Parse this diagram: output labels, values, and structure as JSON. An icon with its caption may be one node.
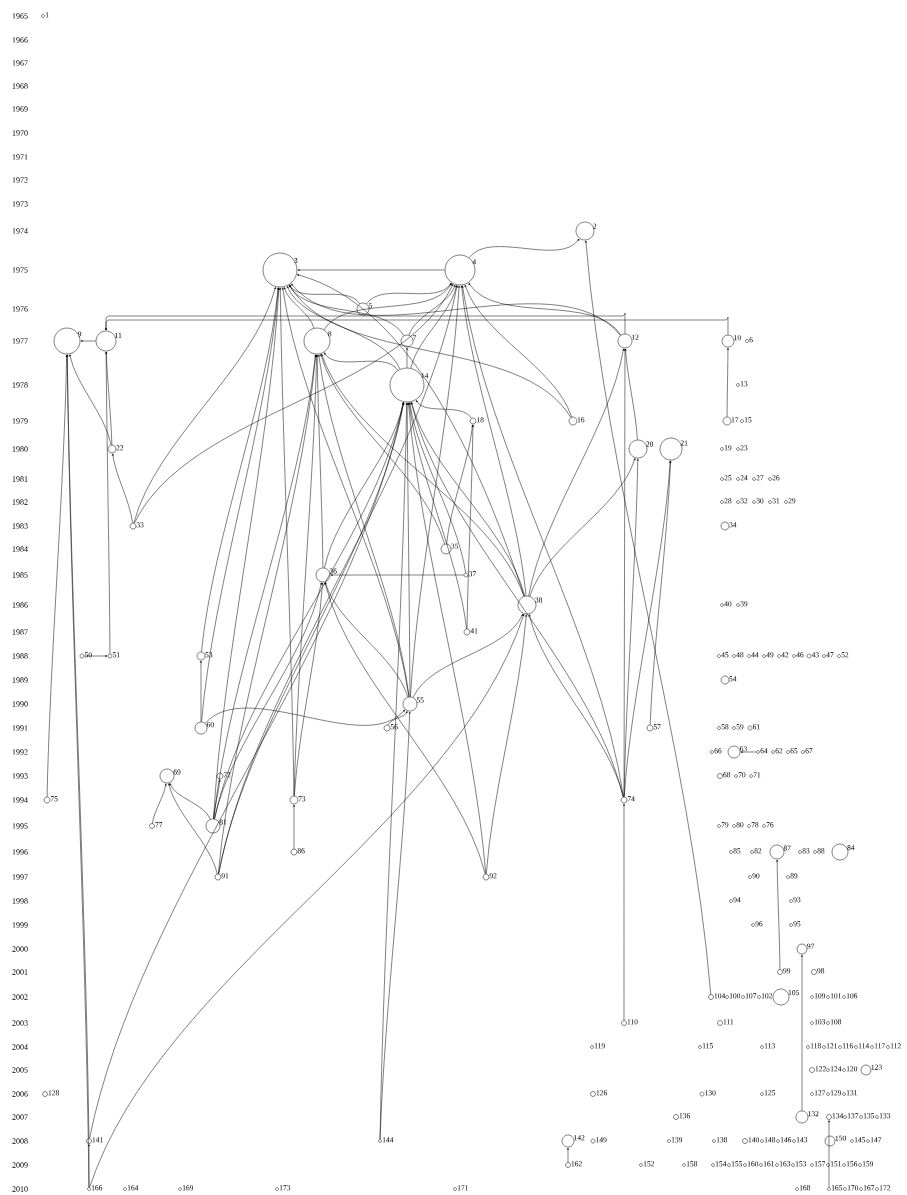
{
  "diagram": {
    "nodes": [
      {
        "text": [
          "1"
        ]
      },
      {
        "text": [
          "2"
        ]
      },
      {
        "text": [
          "3"
        ]
      },
      {
        "text": [
          "4"
        ]
      },
      {
        "text": [
          "5"
        ]
      },
      {
        "text": [
          "6"
        ]
      },
      {
        "text": [
          "7"
        ]
      },
      {
        "text": [
          "8"
        ]
      },
      {
        "text": [
          "9"
        ]
      },
      {
        "text": [
          "10"
        ]
      },
      {
        "text": [
          "11"
        ]
      },
      {
        "text": [
          "12"
        ]
      },
      {
        "text": [
          "13"
        ]
      },
      {
        "text": [
          "14"
        ]
      },
      {
        "text": [
          "15"
        ]
      },
      {
        "text": [
          "16"
        ]
      },
      {
        "text": [
          "17"
        ]
      },
      {
        "text": [
          "18"
        ]
      },
      {
        "text": [
          "19"
        ]
      },
      {
        "text": [
          "20"
        ]
      },
      {
        "text": [
          "21"
        ]
      },
      {
        "text": [
          "22"
        ]
      },
      {
        "text": [
          "23"
        ]
      },
      {
        "text": [
          "24"
        ]
      },
      {
        "text": [
          "25"
        ]
      },
      {
        "text": [
          "26"
        ]
      },
      {
        "text": [
          "27"
        ]
      },
      {
        "text": [
          "28"
        ]
      },
      {
        "text": [
          "29"
        ]
      },
      {
        "text": [
          "30"
        ]
      },
      {
        "text": [
          "31"
        ]
      },
      {
        "text": [
          "32"
        ]
      },
      {
        "text": [
          "33"
        ]
      },
      {
        "text": [
          "34"
        ]
      },
      {
        "text": [
          "35"
        ]
      },
      {
        "text": [
          "36"
        ]
      },
      {
        "text": [
          "37"
        ]
      },
      {
        "text": [
          "38"
        ]
      },
      {
        "text": [
          "39"
        ]
      },
      {
        "text": [
          "40"
        ]
      },
      {
        "text": [
          "41"
        ]
      },
      {
        "text": [
          "42"
        ]
      },
      {
        "text": [
          "43"
        ]
      },
      {
        "text": [
          "44"
        ]
      },
      {
        "text": [
          "45"
        ]
      },
      {
        "text": [
          "46"
        ]
      },
      {
        "text": [
          "47"
        ]
      },
      {
        "text": [
          "48"
        ]
      },
      {
        "text": [
          "49"
        ]
      },
      {
        "text": [
          "50"
        ]
      },
      {
        "text": [
          "51"
        ]
      },
      {
        "text": [
          "52"
        ]
      },
      {
        "text": [
          "53"
        ]
      },
      {
        "text": [
          "54"
        ]
      },
      {
        "text": [
          "55"
        ]
      },
      {
        "text": [
          "56"
        ]
      },
      {
        "text": [
          "57"
        ]
      },
      {
        "text": [
          "58"
        ]
      },
      {
        "text": [
          "59"
        ]
      },
      {
        "text": [
          "60"
        ]
      },
      {
        "text": [
          "61"
        ]
      },
      {
        "text": [
          "62"
        ]
      },
      {
        "text": [
          "63"
        ]
      },
      {
        "text": [
          "64"
        ]
      },
      {
        "text": [
          "65"
        ]
      },
      {
        "text": [
          "66"
        ]
      },
      {
        "text": [
          "67"
        ]
      },
      {
        "text": [
          "68"
        ]
      },
      {
        "text": [
          "69"
        ]
      },
      {
        "text": [
          "70"
        ]
      },
      {
        "text": [
          "71"
        ]
      },
      {
        "text": [
          "72"
        ]
      },
      {
        "text": [
          "73"
        ]
      },
      {
        "text": [
          "74"
        ]
      },
      {
        "text": [
          "75"
        ]
      },
      {
        "text": [
          "76"
        ]
      },
      {
        "text": [
          "77"
        ]
      },
      {
        "text": [
          "78"
        ]
      },
      {
        "text": [
          "79"
        ]
      },
      {
        "text": [
          "80"
        ]
      },
      {
        "text": [
          "81"
        ]
      },
      {
        "text": [
          "82"
        ]
      },
      {
        "text": [
          "83"
        ]
      },
      {
        "text": [
          "84"
        ]
      },
      {
        "text": [
          "85"
        ]
      },
      {
        "text": [
          "86"
        ]
      },
      {
        "text": [
          "87"
        ]
      },
      {
        "text": [
          "88"
        ]
      },
      {
        "text": [
          "89"
        ]
      },
      {
        "text": [
          "90"
        ]
      },
      {
        "text": [
          "91"
        ]
      },
      {
        "text": [
          "92"
        ]
      },
      {
        "text": [
          "93"
        ]
      },
      {
        "text": [
          "94"
        ]
      },
      {
        "text": [
          "95"
        ]
      },
      {
        "text": [
          "96"
        ]
      },
      {
        "text": [
          "97"
        ]
      },
      {
        "text": [
          "98"
        ]
      },
      {
        "text": [
          "99"
        ]
      },
      {
        "text": [
          "100"
        ]
      },
      {
        "text": [
          "101"
        ]
      },
      {
        "text": [
          "102"
        ]
      },
      {
        "text": [
          "103"
        ]
      },
      {
        "text": [
          "104"
        ]
      },
      {
        "text": [
          "105"
        ]
      },
      {
        "text": [
          "106"
        ]
      },
      {
        "text": [
          "107"
        ]
      },
      {
        "text": [
          "108"
        ]
      },
      {
        "text": [
          "109"
        ]
      },
      {
        "text": [
          "110"
        ]
      },
      {
        "text": [
          "111"
        ]
      },
      {
        "text": [
          "112"
        ]
      },
      {
        "text": [
          "113"
        ]
      },
      {
        "text": [
          "114"
        ]
      },
      {
        "text": [
          "115"
        ]
      },
      {
        "text": [
          "116"
        ]
      },
      {
        "text": [
          "117"
        ]
      },
      {
        "text": [
          "118"
        ]
      },
      {
        "text": [
          "119"
        ]
      },
      {
        "text": [
          "120"
        ]
      },
      {
        "text": [
          "121"
        ]
      },
      {
        "text": [
          "122"
        ]
      },
      {
        "text": [
          "123"
        ]
      },
      {
        "text": [
          "124"
        ]
      },
      {
        "text": [
          "125"
        ]
      },
      {
        "text": [
          "126"
        ]
      },
      {
        "text": [
          "127"
        ]
      },
      {
        "text": [
          "128"
        ]
      },
      {
        "text": [
          "129"
        ]
      },
      {
        "text": [
          "130"
        ]
      },
      {
        "text": [
          "131"
        ]
      },
      {
        "text": [
          "132"
        ]
      },
      {
        "text": [
          "133"
        ]
      },
      {
        "text": [
          "134"
        ]
      },
      {
        "text": [
          "135"
        ]
      },
      {
        "text": [
          "136"
        ]
      },
      {
        "text": [
          "137"
        ]
      },
      {
        "text": [
          "138"
        ]
      },
      {
        "text": [
          "139"
        ]
      },
      {
        "text": [
          "140"
        ]
      },
      {
        "text": [
          "141"
        ]
      },
      {
        "text": [
          "142"
        ]
      },
      {
        "text": [
          "143"
        ]
      },
      {
        "text": [
          "144"
        ]
      },
      {
        "text": [
          "145"
        ]
      },
      {
        "text": [
          "146"
        ]
      },
      {
        "text": [
          "147"
        ]
      },
      {
        "text": [
          "148"
        ]
      },
      {
        "text": [
          "149"
        ]
      },
      {
        "text": [
          "150"
        ]
      },
      {
        "text": [
          "151"
        ]
      },
      {
        "text": [
          "152"
        ]
      },
      {
        "text": [
          "153"
        ]
      },
      {
        "text": [
          "154"
        ]
      },
      {
        "text": [
          "155"
        ]
      },
      {
        "text": [
          "156"
        ]
      },
      {
        "text": [
          "157"
        ]
      },
      {
        "text": [
          "158"
        ]
      },
      {
        "text": [
          "159"
        ]
      },
      {
        "text": [
          "160"
        ]
      },
      {
        "text": [
          "161"
        ]
      },
      {
        "text": [
          "162"
        ]
      },
      {
        "text": [
          "163"
        ]
      },
      {
        "text": [
          "164"
        ]
      },
      {
        "text": [
          "165"
        ]
      },
      {
        "text": [
          "166"
        ]
      },
      {
        "text": [
          "167"
        ]
      },
      {
        "text": [
          "168"
        ]
      },
      {
        "text": [
          "169"
        ]
      },
      {
        "text": [
          "170"
        ]
      },
      {
        "text": [
          "171"
        ]
      },
      {
        "text": [
          "172"
        ]
      },
      {
        "text": [
          "173"
        ]
      }
    ],
    "edges": [
      {
        "from": 3,
        "to": 2,
        "arrow": "to"
      },
      {
        "from": 3,
        "to": 1,
        "arrow": "to"
      },
      {
        "from": 103,
        "to": 1,
        "arrow": "to"
      },
      {
        "from": 4,
        "to": 2,
        "arrow": "to"
      },
      {
        "from": 4,
        "to": 3,
        "arrow": "to"
      },
      {
        "from": 6,
        "to": 2,
        "arrow": "to"
      },
      {
        "from": 6,
        "to": 3,
        "arrow": "to"
      },
      {
        "from": 7,
        "to": 2,
        "arrow": "to"
      },
      {
        "from": 7,
        "to": 3,
        "arrow": "to"
      },
      {
        "from": 11,
        "to": 2,
        "arrow": "to"
      },
      {
        "from": 11,
        "to": 3,
        "arrow": "to"
      },
      {
        "from": 10,
        "to": 8,
        "arrow": "to"
      },
      {
        "from": 9,
        "to": 10,
        "arrow": "to"
      },
      {
        "from": 11,
        "to": 10,
        "arrow": "to"
      },
      {
        "from": 13,
        "to": 2,
        "arrow": "to"
      },
      {
        "from": 13,
        "to": 3,
        "arrow": "to"
      },
      {
        "from": 13,
        "to": 6,
        "arrow": "to"
      },
      {
        "from": 13,
        "to": 7,
        "arrow": "to"
      },
      {
        "from": 15,
        "to": 2,
        "arrow": "to"
      },
      {
        "from": 15,
        "to": 3,
        "arrow": "to"
      },
      {
        "from": 16,
        "to": 9,
        "arrow": "to"
      },
      {
        "from": 17,
        "to": 13,
        "arrow": "to"
      },
      {
        "from": 19,
        "to": 11,
        "arrow": "to"
      },
      {
        "from": 21,
        "to": 8,
        "arrow": "to"
      },
      {
        "from": 21,
        "to": 10,
        "arrow": "to"
      },
      {
        "from": 32,
        "to": 21,
        "arrow": "to"
      },
      {
        "from": 32,
        "to": 2,
        "arrow": "to"
      },
      {
        "from": 32,
        "to": 3,
        "arrow": "to"
      },
      {
        "from": 34,
        "to": 7,
        "arrow": "to"
      },
      {
        "from": 34,
        "to": 17,
        "arrow": "to"
      },
      {
        "from": 35,
        "to": 7,
        "arrow": "to"
      },
      {
        "from": 35,
        "to": 13,
        "arrow": "to"
      },
      {
        "from": 36,
        "to": 35,
        "arrow": "to"
      },
      {
        "from": 36,
        "to": 13,
        "arrow": "to"
      },
      {
        "from": 37,
        "to": 2,
        "arrow": "to"
      },
      {
        "from": 37,
        "to": 3,
        "arrow": "to"
      },
      {
        "from": 37,
        "to": 7,
        "arrow": "to"
      },
      {
        "from": 37,
        "to": 11,
        "arrow": "to"
      },
      {
        "from": 37,
        "to": 13,
        "arrow": "to"
      },
      {
        "from": 37,
        "to": 19,
        "arrow": "to"
      },
      {
        "from": 40,
        "to": 13,
        "arrow": "to"
      },
      {
        "from": 40,
        "to": 17,
        "arrow": "to"
      },
      {
        "from": 50,
        "to": 10,
        "arrow": "to"
      },
      {
        "from": 49,
        "to": 50,
        "arrow": "to"
      },
      {
        "from": 52,
        "to": 2,
        "arrow": "to"
      },
      {
        "from": 54,
        "to": 2,
        "arrow": "to"
      },
      {
        "from": 54,
        "to": 3,
        "arrow": "to"
      },
      {
        "from": 54,
        "to": 7,
        "arrow": "to"
      },
      {
        "from": 54,
        "to": 13,
        "arrow": "to"
      },
      {
        "from": 54,
        "to": 35,
        "arrow": "to"
      },
      {
        "from": 54,
        "to": 37,
        "arrow": "to"
      },
      {
        "from": 55,
        "to": 54,
        "arrow": "to"
      },
      {
        "from": 56,
        "to": 20,
        "arrow": "to"
      },
      {
        "from": 59,
        "to": 2,
        "arrow": "to"
      },
      {
        "from": 59,
        "to": 52,
        "arrow": "to"
      },
      {
        "from": 59,
        "to": 54,
        "arrow": "to"
      },
      {
        "from": 80,
        "to": 68,
        "arrow": "to"
      },
      {
        "from": 76,
        "to": 68,
        "arrow": "to"
      },
      {
        "from": 80,
        "to": 71,
        "arrow": "to"
      },
      {
        "from": 80,
        "to": 2,
        "arrow": "to"
      },
      {
        "from": 80,
        "to": 7,
        "arrow": "to"
      },
      {
        "from": 80,
        "to": 13,
        "arrow": "to"
      },
      {
        "from": 80,
        "to": 35,
        "arrow": "to"
      },
      {
        "from": 72,
        "to": 2,
        "arrow": "to"
      },
      {
        "from": 72,
        "to": 7,
        "arrow": "to"
      },
      {
        "from": 72,
        "to": 35,
        "arrow": "to"
      },
      {
        "from": 85,
        "to": 72,
        "arrow": "to"
      },
      {
        "from": 90,
        "to": 68,
        "arrow": "to"
      },
      {
        "from": 90,
        "to": 3,
        "arrow": "to"
      },
      {
        "from": 90,
        "to": 7,
        "arrow": "to"
      },
      {
        "from": 90,
        "to": 13,
        "arrow": "to"
      },
      {
        "from": 91,
        "to": 37,
        "arrow": "to"
      },
      {
        "from": 91,
        "to": 13,
        "arrow": "to"
      },
      {
        "from": 91,
        "to": 35,
        "arrow": "to"
      },
      {
        "from": 73,
        "to": 11,
        "arrow": "to"
      },
      {
        "from": 73,
        "to": 19,
        "arrow": "to"
      },
      {
        "from": 73,
        "to": 20,
        "arrow": "to"
      },
      {
        "from": 73,
        "to": 37,
        "arrow": "to"
      },
      {
        "from": 73,
        "to": 13,
        "arrow": "to"
      },
      {
        "from": 73,
        "to": 3,
        "arrow": "to"
      },
      {
        "from": 109,
        "to": 73,
        "arrow": "to"
      },
      {
        "from": 98,
        "to": 86,
        "arrow": "to"
      },
      {
        "from": 131,
        "to": 96,
        "arrow": "to"
      },
      {
        "from": 164,
        "to": 133,
        "arrow": "to"
      },
      {
        "from": 161,
        "to": 141,
        "arrow": "to"
      },
      {
        "from": 140,
        "to": 8,
        "arrow": "to"
      },
      {
        "from": 140,
        "to": 13,
        "arrow": "to"
      },
      {
        "from": 165,
        "to": 8,
        "arrow": "to"
      },
      {
        "from": 165,
        "to": 140,
        "arrow": "to"
      },
      {
        "from": 165,
        "to": 37,
        "arrow": "to"
      },
      {
        "from": 143,
        "to": 13,
        "arrow": "to"
      },
      {
        "from": 143,
        "to": 54,
        "arrow": "to"
      },
      {
        "from": 74,
        "to": 8,
        "arrow": "to"
      },
      {
        "from": 63,
        "to": 62,
        "arrow": "to"
      }
    ],
    "labels": [
      "1965",
      "1966",
      "1967",
      "1968",
      "1969",
      "1970",
      "1971",
      "1972",
      "1973",
      "1974",
      "1975",
      "1976",
      "1977",
      "1978",
      "1979",
      "1980",
      "1981",
      "1982",
      "1983",
      "1984",
      "1985",
      "1986",
      "1987",
      "1988",
      "1989",
      "1990",
      "1991",
      "1992",
      "1993",
      "1994",
      "1995",
      "1996",
      "1997",
      "1998",
      "1999",
      "2000",
      "2001",
      "2002",
      "2003",
      "2004",
      "2005",
      "2006",
      "2007",
      "2008",
      "2009",
      "2010"
    ]
  }
}
